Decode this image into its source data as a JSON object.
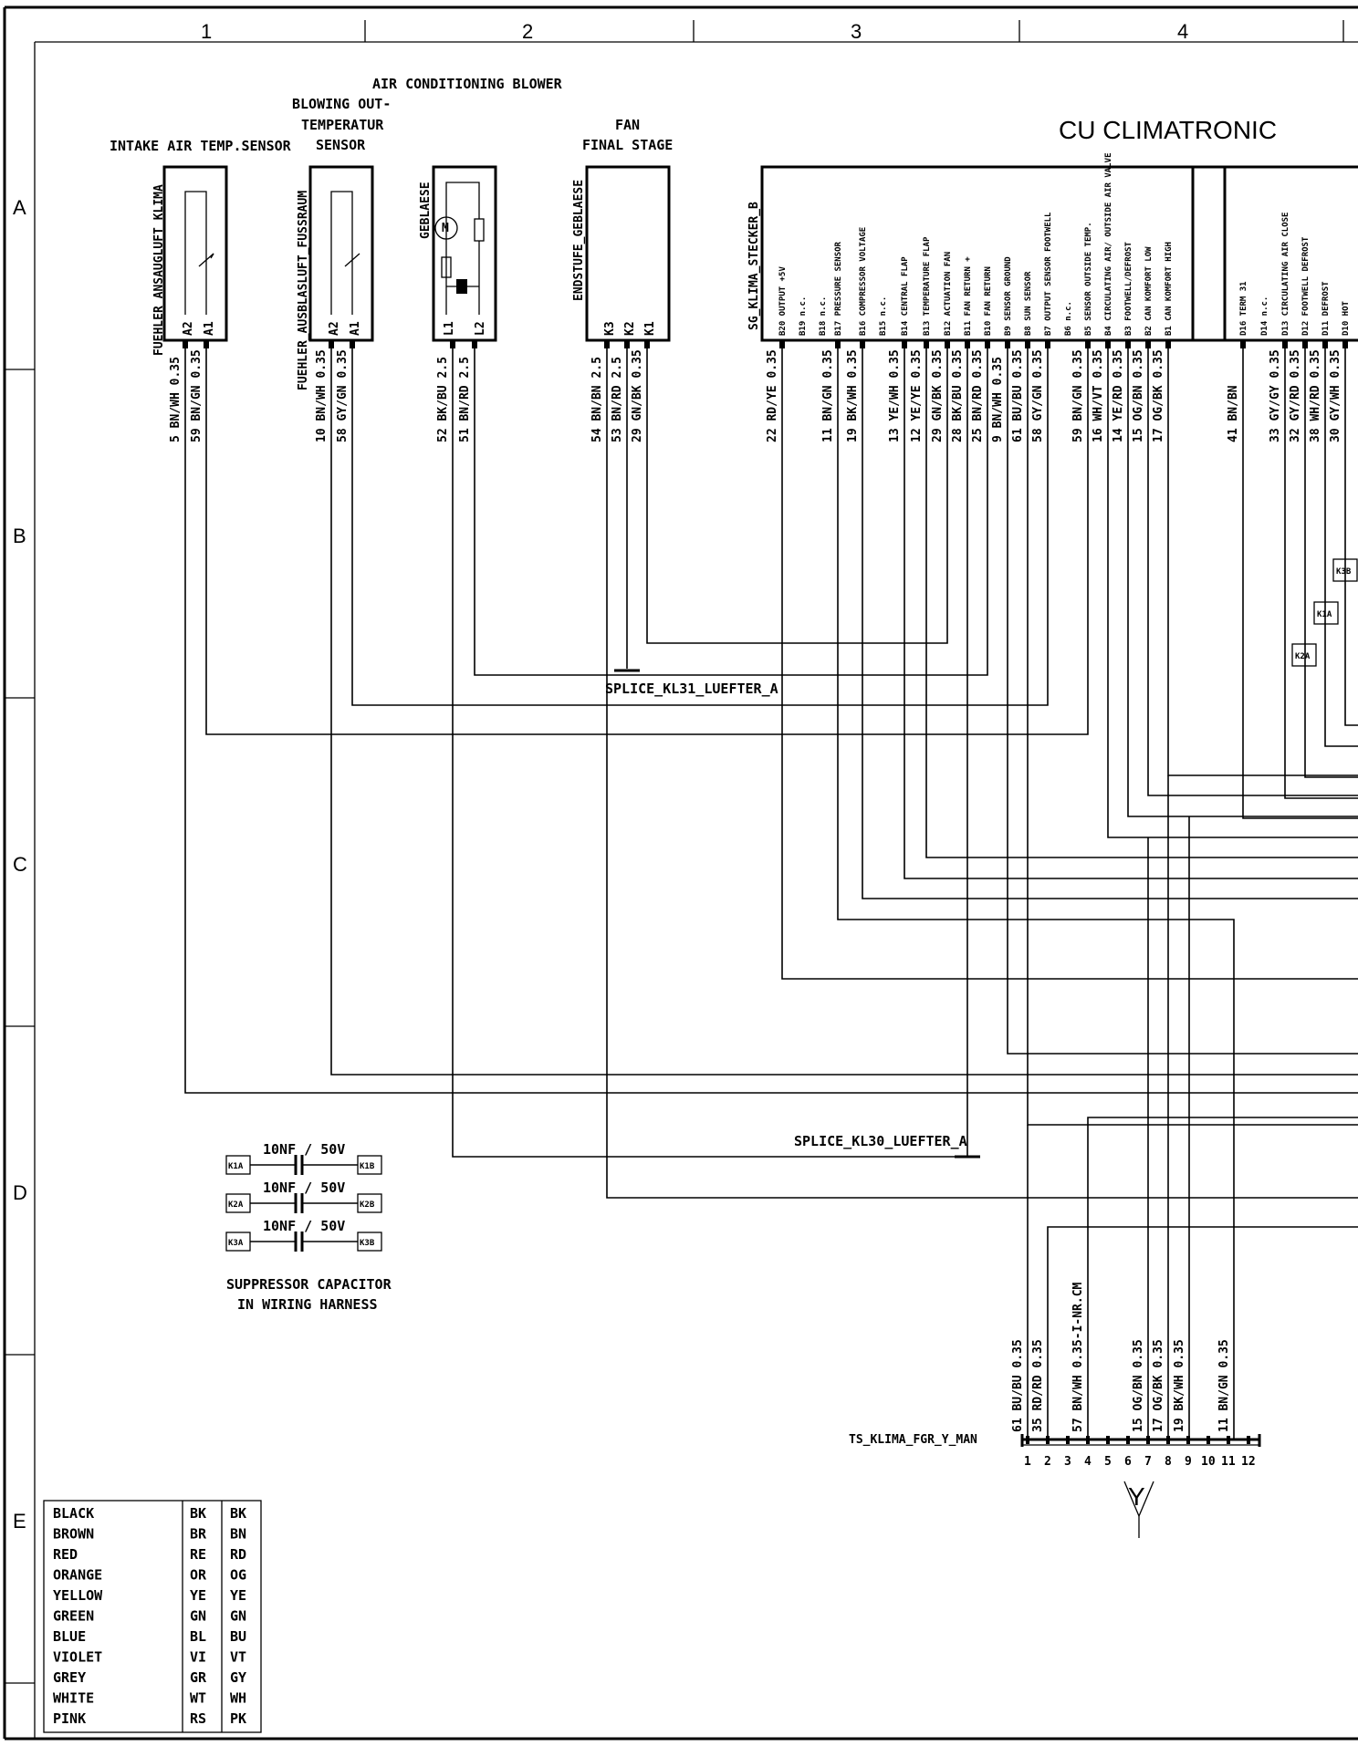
{
  "grid": {
    "columns": [
      "1",
      "2",
      "3",
      "4"
    ],
    "rows": [
      "A",
      "B",
      "C",
      "D",
      "E"
    ]
  },
  "components": {
    "air_conditioning_blower": "AIR CONDITIONING BLOWER",
    "intake_sensor": {
      "label": "INTAKE AIR TEMP.SENSOR",
      "id": "FUEHLER_ANSAUGLUFT_KLIMA",
      "pins": [
        "A2",
        "A1"
      ],
      "wires": [
        "5 BN/WH 0.35",
        "59 BN/GN 0.35"
      ]
    },
    "blowing_sensor": {
      "label_lines": [
        "BLOWING OUT-",
        "TEMPERATUR",
        "SENSOR"
      ],
      "id": "FUEHLER_AUSBLASLUFT_FUSSRAUM",
      "pins": [
        "A2",
        "A1"
      ],
      "wires": [
        "10 BN/WH 0.35",
        "58 GY/GN 0.35"
      ]
    },
    "blower": {
      "id": "GEBLAESE",
      "motor": "M",
      "pins": [
        "L1",
        "L2"
      ],
      "wires": [
        "52 BK/BU 2.5",
        "51 BN/RD 2.5"
      ]
    },
    "fan_final_stage": {
      "label_lines": [
        "FAN",
        "FINAL STAGE"
      ],
      "id": "ENDSTUFE_GEBLAESE",
      "pins": [
        "K3",
        "K2",
        "K1"
      ],
      "wires": [
        "54 BN/BN 2.5",
        "53 BN/RD 2.5",
        "29 GN/BK 0.35"
      ]
    },
    "climatronic": {
      "title": "CU CLIMATRONIC",
      "connector_b": "SG_KLIMA_STECKER_B",
      "pins_b": [
        "B20 OUTPUT +5V",
        "B19 n.c.",
        "B18 n.c.",
        "B17 PRESSURE SENSOR",
        "B16 COMPRESSOR VOLTAGE",
        "B15 n.c.",
        "B14 CENTRAL FLAP",
        "B13 TEMPERATURE FLAP",
        "B12 ACTUATION FAN",
        "B11 FAN RETURN +",
        "B10 FAN RETURN",
        "B9 SENSOR GROUND",
        "B8 SUN SENSOR",
        "B7 OUTPUT SENSOR FOOTWELL",
        "B6 n.c.",
        "B5 SENSOR OUTSIDE TEMP.",
        "B4 CIRCULATING AIR/ OUTSIDE AIR VALVE",
        "B3 FOOTWELL/DEFROST",
        "B2 CAN KOMFORT LOW",
        "B1 CAN KOMFORT HIGH"
      ],
      "wires_b": [
        "22 RD/YE 0.35",
        "",
        "",
        "11 BN/GN 0.35",
        "19 BK/WH 0.35",
        "",
        "13 YE/WH 0.35",
        "12 YE/YE 0.35",
        "29 GN/BK 0.35",
        "28 BK/BU 0.35",
        "25 BN/RD 0.35",
        "9 BN/WH 0.35",
        "61 BU/BU 0.35",
        "58 GY/GN 0.35",
        "",
        "59 BN/GN 0.35",
        "16 WH/VT 0.35",
        "14 YE/RD 0.35",
        "15 OG/BN 0.35",
        "17 OG/BK 0.35"
      ],
      "pins_d": [
        "D16 TERM 31",
        "D14 n.c.",
        "D13 CIRCULATING AIR CLOSE",
        "D12 FOOTWELL DEFROST",
        "D11 DEFROST",
        "D10 HOT"
      ],
      "wires_d": [
        "41 BN/BN",
        "",
        "33 GY/GY 0.35",
        "32 GY/RD 0.35",
        "38 WH/RD 0.35",
        "30 GY/WH 0.35"
      ]
    },
    "splice_kl31": "SPLICE_KL31_LUEFTER_A",
    "splice_kl30": "SPLICE_KL30_LUEFTER_A",
    "junctions": [
      "K3B",
      "K1A",
      "K2A"
    ],
    "capacitors": {
      "value": "10NF / 50V",
      "pairs": [
        [
          "K1A",
          "K1B"
        ],
        [
          "K2A",
          "K2B"
        ],
        [
          "K3A",
          "K3B"
        ]
      ],
      "caption_lines": [
        "SUPPRESSOR CAPACITOR",
        "IN WIRING HARNESS"
      ]
    },
    "ts_connector": {
      "id": "TS_KLIMA_FGR_Y_MAN",
      "letter": "Y",
      "pin_numbers": [
        "1",
        "2",
        "3",
        "4",
        "5",
        "6",
        "7",
        "8",
        "9",
        "10",
        "11",
        "12"
      ],
      "wires": [
        "61 BU/BU 0.35",
        "35 RD/RD 0.35",
        "57 BN/WH 0.35-I-NR.CM",
        "15 OG/BN 0.35",
        "17 OG/BK 0.35",
        "19 BK/WH 0.35",
        "11 BN/GN 0.35"
      ]
    }
  },
  "color_legend": [
    [
      "BLACK",
      "BK",
      "BK"
    ],
    [
      "BROWN",
      "BR",
      "BN"
    ],
    [
      "RED",
      "RE",
      "RD"
    ],
    [
      "ORANGE",
      "OR",
      "OG"
    ],
    [
      "YELLOW",
      "YE",
      "YE"
    ],
    [
      "GREEN",
      "GN",
      "GN"
    ],
    [
      "BLUE",
      "BL",
      "BU"
    ],
    [
      "VIOLET",
      "VI",
      "VT"
    ],
    [
      "GREY",
      "GR",
      "GY"
    ],
    [
      "WHITE",
      "WT",
      "WH"
    ],
    [
      "PINK",
      "RS",
      "PK"
    ]
  ]
}
